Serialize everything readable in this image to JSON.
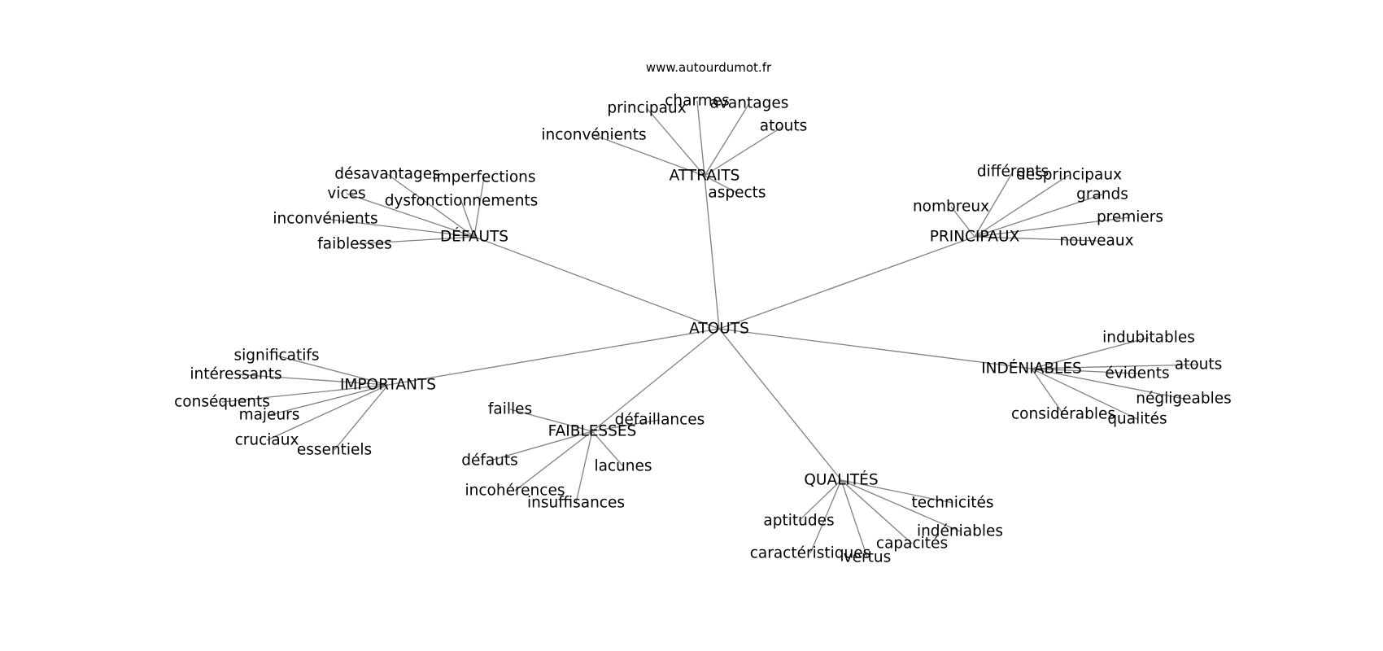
{
  "source_text": "www.autourdumot.fr",
  "center": "ATOUTS",
  "groups": [
    {
      "label": "ATTRAITS",
      "leaves": [
        "principaux",
        "charmes",
        "avantages",
        "atouts",
        "inconvénients",
        "aspects"
      ]
    },
    {
      "label": "DÉFAUTS",
      "leaves": [
        "désavantages",
        "imperfections",
        "vices",
        "dysfonctionnements",
        "inconvénients",
        "faiblesses"
      ]
    },
    {
      "label": "PRINCIPAUX",
      "leaves": [
        "différents",
        "desprincipaux",
        "nombreux",
        "grands",
        "premiers",
        "nouveaux"
      ]
    },
    {
      "label": "IMPORTANTS",
      "leaves": [
        "significatifs",
        "intéressants",
        "conséquents",
        "majeurs",
        "cruciaux",
        "essentiels"
      ]
    },
    {
      "label": "FAIBLESSES",
      "leaves": [
        "failles",
        "défaillances",
        "défauts",
        "lacunes",
        "incohérences",
        "insuffisances"
      ]
    },
    {
      "label": "INDÉNIABLES",
      "leaves": [
        "indubitables",
        "atouts",
        "évidents",
        "négligeables",
        "considérables",
        "qualités"
      ]
    },
    {
      "label": "QUALITÉS",
      "leaves": [
        "technicités",
        "aptitudes",
        "indéniables",
        "capacités",
        "caractéristiques",
        "vertus"
      ]
    }
  ]
}
